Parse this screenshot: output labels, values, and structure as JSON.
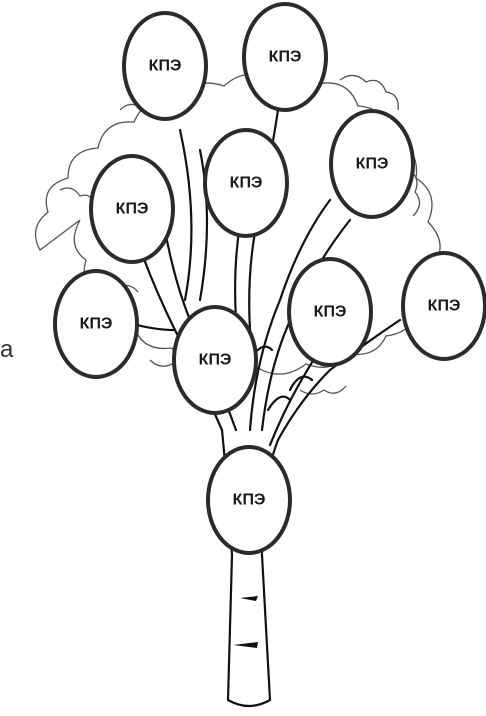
{
  "side_text": "а",
  "nodes": [
    {
      "id": "node-1",
      "label": "КПЭ"
    },
    {
      "id": "node-2",
      "label": "КПЭ"
    },
    {
      "id": "node-3",
      "label": "КПЭ"
    },
    {
      "id": "node-4",
      "label": "КПЭ"
    },
    {
      "id": "node-5",
      "label": "КПЭ"
    },
    {
      "id": "node-6",
      "label": "КПЭ"
    },
    {
      "id": "node-7",
      "label": "КПЭ"
    },
    {
      "id": "node-8",
      "label": "КПЭ"
    },
    {
      "id": "node-9",
      "label": "КПЭ"
    },
    {
      "id": "node-10",
      "label": "КПЭ"
    }
  ]
}
